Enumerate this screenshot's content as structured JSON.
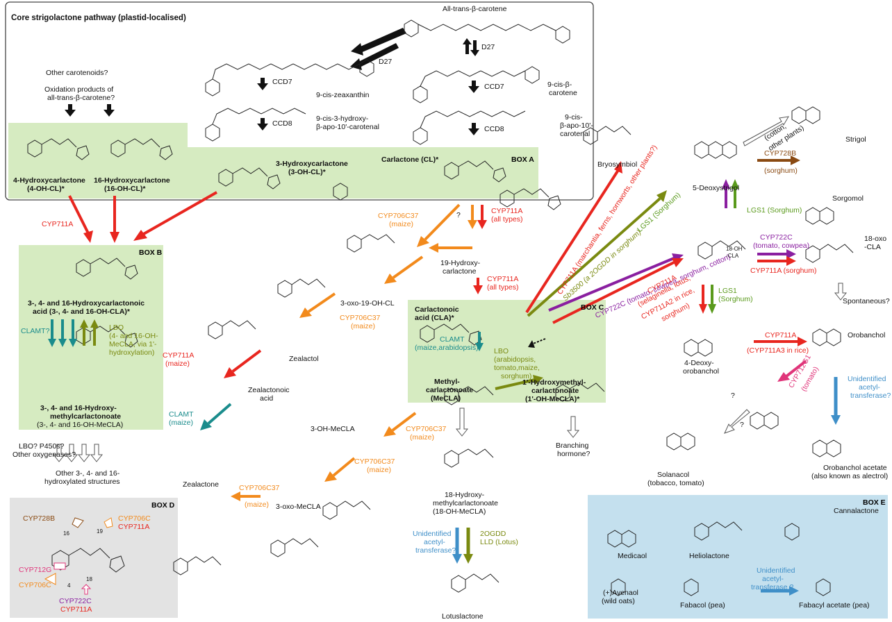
{
  "title": "Core strigolactone pathway (plastid-localised)",
  "boxes": {
    "a": "BOX A",
    "b": "BOX B",
    "c": "BOX C",
    "d": "BOX D",
    "e": "BOX E"
  },
  "core": {
    "all_trans": "All-trans-β-carotene",
    "d27_top": "D27",
    "d27_left": "D27",
    "ccd7_left": "CCD7",
    "ccd7_right": "CCD7",
    "ccd8_left": "CCD8",
    "ccd8_right": "CCD8",
    "zeaxanthin": "9-cis-zeaxanthin",
    "cis_carotene_1": "9-cis-β-",
    "cis_carotene_2": "carotene",
    "hydroxy_apo_1": "9-cis-3-hydroxy-",
    "hydroxy_apo_2": "β-apo-10'-carotenal",
    "apo_1": "9-cis-",
    "apo_2": "β-apo-10'-",
    "apo_3": "carotenal",
    "other_carotenoids": "Other carotenoids?",
    "oxidation_1": "Oxidation products of",
    "oxidation_2": "all-trans-β-carotene?",
    "oh4_1": "4-Hydroxycarlactone",
    "oh4_2": "(4-OH-CL)*",
    "oh16_1": "16-Hydroxycarlactone",
    "oh16_2": "(16-OH-CL)*",
    "oh3_1": "3-Hydroxycarlactone",
    "oh3_2": "(3-OH-CL)*",
    "cl": "Carlactone (CL)*"
  },
  "box_b": {
    "cyp711a": "CYP711A",
    "acid_1": "3-, 4- and 16-Hydroxycarlactonoic",
    "acid_2": "acid (3-, 4- and 16-OH-CLA)*",
    "clamt": "CLAMT?",
    "lbo_1": "LBO",
    "lbo_2": "(4- and 16-OH-",
    "lbo_3": "MeCLA, via 1'-",
    "lbo_4": "hydroxylation)",
    "me_1": "3-, 4- and 16-Hydroxy-",
    "me_2": "methylcarlactonoate",
    "me_3": "(3-, 4- and 16-OH-MeCLA)",
    "lbo_q1": "LBO? P450s?",
    "lbo_q2": "Other oxygenases?",
    "other_1": "Other 3-, 4- and 16-",
    "other_2": "hydroxylated structures"
  },
  "middle": {
    "q": "?",
    "cyp711a_all_1": "CYP711A",
    "cyp711a_all_2": "(all types)",
    "cyp711a_all_3": "CYP711A",
    "cyp711a_all_4": "(all types)",
    "cyp706_maize_1": "CYP706C37",
    "cyp706_maize_2": "(maize)",
    "oh19_1": "19-Hydroxy-",
    "oh19_2": "carlactone",
    "oxo19": "3-oxo-19-OH-CL",
    "cyp706_b_1": "CYP706C37",
    "cyp706_b_2": "(maize)",
    "zealactol": "Zealactol",
    "cyp711_maize_1": "CYP711A",
    "cyp711_maize_2": "(maize)",
    "zealactonoic_1": "Zealactonoic",
    "zealactonoic_2": "acid",
    "clamt_maize_1": "CLAMT",
    "clamt_maize_2": "(maize)",
    "zealactone": "Zealactone",
    "oh_mecla": "3-OH-MeCLA",
    "cyp706_c_1": "CYP706C37",
    "cyp706_c_2": "(maize)",
    "cyp706_d_1": "CYP706C37",
    "cyp706_d_2": "(maize)",
    "cyp706_e_1": "CYP706C37",
    "cyp706_e_2": "(maize)",
    "oxo_mecla": "3-oxo-MeCLA"
  },
  "box_c": {
    "cla_1": "Carlactonoic",
    "cla_2": "acid (CLA)*",
    "clamt_1": "CLAMT",
    "clamt_2": "(maize,arabidopsis)",
    "lbo_1": "LBO",
    "lbo_2": "(arabidopsis,",
    "lbo_3": "tomato,maize,",
    "lbo_4": "sorghum)",
    "mecla_1": "Methyl-",
    "mecla_2": "carlactonoate",
    "mecla_3": "(MeCLA)",
    "hm_1": "1'-Hydroxymethyl-",
    "hm_2": "carlactonoate",
    "hm_3": "(1'-OH-MeCLA)*",
    "branching_1": "Branching",
    "branching_2": "hormone?",
    "oh18_1": "18-Hydroxy-",
    "oh18_2": "methylcarlactonoate",
    "oh18_3": "(18-OH-MeCLA)",
    "acetyl_1": "Unidentified",
    "acetyl_2": "acetyl-",
    "acetyl_3": "transferase?",
    "ogdd_1": "2OGDD",
    "ogdd_2": "LLD (Lotus)",
    "lotuslactone": "Lotuslactone"
  },
  "right": {
    "diag_red": "CYP711A (marchantia, ferns, hornworts, other plants?)",
    "diag_olive": "Sb3500 (a 2OGDD in sorghum)",
    "diag_purple": "CYP722C (tomato, cowpea, sorghum, cotton)",
    "diag_red2_1": "CYP711A",
    "diag_red2_2": "(selaginella, lotus,",
    "diag_red2_3": "CYP711A2 in rice,",
    "diag_red2_4": "sorghum)",
    "diag_green": "LGS1 (Sorghum)",
    "bryosymbiol": "Bryosymbiol",
    "deoxystrigol": "5-Deoxystrigol",
    "cotton_1": "(cotton,",
    "cotton_2": "other plants)",
    "strigol": "Strigol",
    "cyp728b": "CYP728B",
    "sorghum": "(sorghum)",
    "sorgomol": "Sorgomol",
    "lgs1_up": "LGS1 (Sorghum)",
    "oh18cla_1": "18-OH",
    "oh18cla_2": "-CLA",
    "cyp722c_1": "CYP722C",
    "cyp722c_2": "(tomato, cowpea)",
    "cyp711_sorg": "CYP711A (sorghum)",
    "oxo18_1": "18-oxo",
    "oxo18_2": "-CLA",
    "lgs1_down_1": "LGS1",
    "lgs1_down_2": "(Sorghum)",
    "spontaneous": "Spontaneous?",
    "deoxyoro_1": "4-Deoxy-",
    "deoxyoro_2": "orobanchol",
    "cyp711_rice_1": "CYP711A",
    "cyp711_rice_2": "(CYP711A3 in rice)",
    "orobanchol": "Orobanchol",
    "cyp712_1": "CYP712G1",
    "cyp712_2": "(tomato)",
    "acetyl_1": "Unidentified",
    "acetyl_2": "acetyl-",
    "acetyl_3": "transferase?",
    "q1": "?",
    "q2": "?",
    "solanacol_1": "Solanacol",
    "solanacol_2": "(tobacco, tomato)",
    "oroacetate_1": "Orobanchol acetate",
    "oroacetate_2": "(also known as alectrol)"
  },
  "box_d": {
    "cyp728b": "CYP728B",
    "cyp706c_top": "CYP706C",
    "cyp711a_top": "CYP711A",
    "cyp712g": "CYP712G",
    "cyp706c_left": "CYP706C",
    "cyp722c": "CYP722C",
    "cyp711a_bottom": "CYP711A",
    "n16": "16",
    "n19": "19",
    "n18": "18",
    "n4": "4"
  },
  "box_e": {
    "medicaol": "Medicaol",
    "heliolactone": "Heliolactone",
    "cannalactone": "Cannalactone",
    "avenaol_1": "(+)Avenaol",
    "avenaol_2": "(wild oats)",
    "fabacol": "Fabacol (pea)",
    "acetyl_1": "Unidentified",
    "acetyl_2": "acetyl-",
    "acetyl_3": "transferase ?",
    "fabacyl": "Fabacyl acetate (pea)"
  },
  "colors": {
    "red": "#e8261f",
    "orange": "#f28a1c",
    "teal": "#1a8c8c",
    "olive": "#7a8a10",
    "green": "#5a9a1c",
    "purple": "#8a1fa0",
    "brown": "#8a4a12",
    "pink": "#e0357a",
    "blue": "#3f8fc8",
    "boxgreen": "#d6ebc1",
    "boxgrey": "#e3e3e3",
    "boxblue": "#c4e0ee"
  }
}
